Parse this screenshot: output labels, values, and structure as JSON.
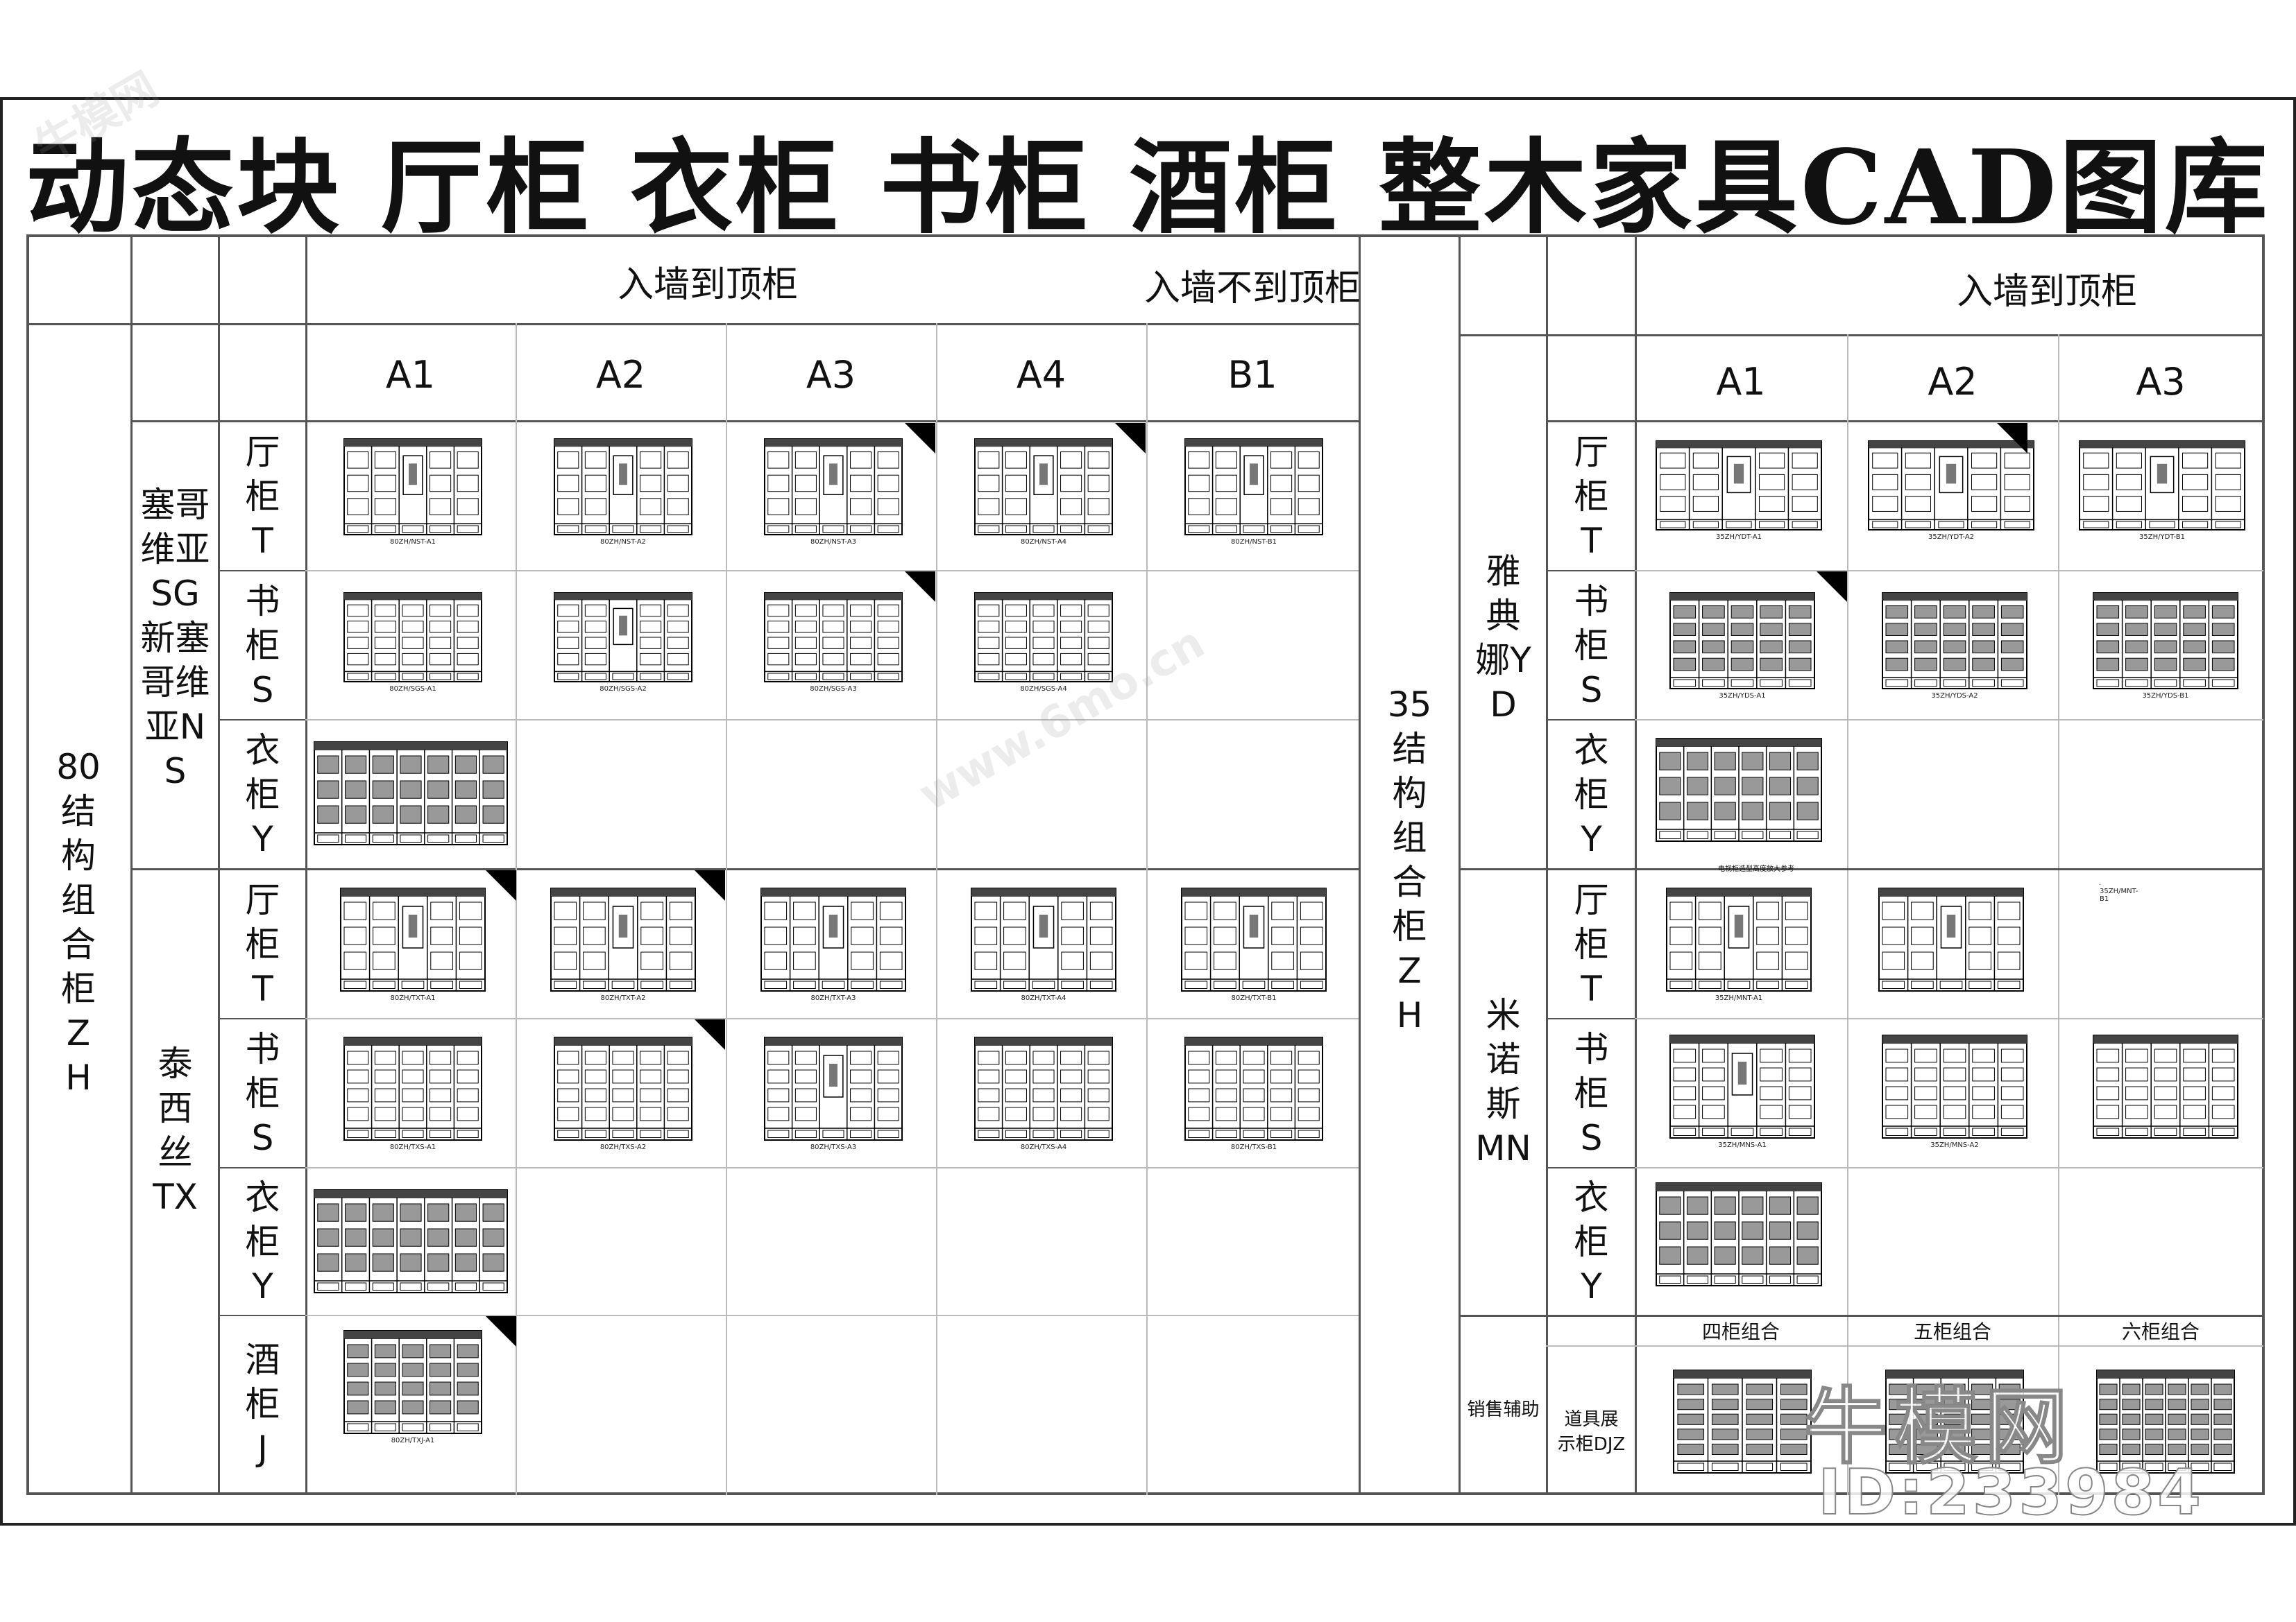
{
  "title": "动态块 厅柜 衣柜 书柜 酒柜 整木家具CAD图库",
  "left_table": {
    "header_top_a": "入墙到顶柜",
    "header_top_b": "入墙不到顶柜",
    "columns": [
      "A1",
      "A2",
      "A3",
      "A4",
      "B1"
    ],
    "group": "80结构组合柜ZH",
    "series": [
      {
        "name": "塞哥维亚SG新塞哥维亚NS"
      },
      {
        "name": "泰西丝TX"
      }
    ],
    "rows": [
      {
        "label": "厅柜T",
        "captions": [
          "80ZH/NST-A1",
          "80ZH/NST-A2",
          "80ZH/NST-A3",
          "80ZH/NST-A4",
          "80ZH/NST-B1"
        ]
      },
      {
        "label": "书柜S",
        "captions": [
          "80ZH/SGS-A1",
          "80ZH/SGS-A2",
          "80ZH/SGS-A3",
          "80ZH/SGS-A4"
        ]
      },
      {
        "label": "衣柜Y",
        "captions": [
          ""
        ]
      },
      {
        "label": "厅柜T",
        "captions": [
          "80ZH/TXT-A1",
          "80ZH/TXT-A2",
          "80ZH/TXT-A3",
          "80ZH/TXT-A4",
          "80ZH/TXT-B1"
        ]
      },
      {
        "label": "书柜S",
        "captions": [
          "80ZH/TXS-A1",
          "80ZH/TXS-A2",
          "80ZH/TXS-A3",
          "80ZH/TXS-A4",
          "80ZH/TXS-B1"
        ]
      },
      {
        "label": "衣柜Y",
        "captions": [
          ""
        ]
      },
      {
        "label": "酒柜J",
        "captions": [
          "80ZH/TXJ-A1"
        ]
      }
    ]
  },
  "right_table": {
    "group": "35结构组合柜ZH",
    "header_top": "入墙到顶柜",
    "columns": [
      "A1",
      "A2",
      "A3"
    ],
    "series": [
      {
        "name": "雅典娜YD"
      },
      {
        "name": "米诺斯MN"
      }
    ],
    "rows": [
      {
        "label": "厅柜T",
        "captions": [
          "35ZH/YDT-A1",
          "35ZH/YDT-A2",
          "35ZH/YDT-B1"
        ]
      },
      {
        "label": "书柜S",
        "captions": [
          "35ZH/YDS-A1",
          "35ZH/YDS-A2",
          "35ZH/YDS-B1"
        ]
      },
      {
        "label": "衣柜Y",
        "captions": [
          ""
        ]
      },
      {
        "label": "厅柜T",
        "captions": [
          "35ZH/MNT-A1",
          "",
          "35ZH/MNT-B1"
        ]
      },
      {
        "label": "书柜S",
        "captions": [
          "35ZH/MNS-A1",
          "35ZH/MNS-A2",
          ""
        ]
      },
      {
        "label": "衣柜Y",
        "captions": [
          ""
        ]
      }
    ],
    "mnt_note": "电视柜造型高度放大参考",
    "sales": {
      "label": "销售辅助",
      "sub_label": "道具展示柜DJZ",
      "columns": [
        "四柜组合",
        "五柜组合",
        "六柜组合"
      ]
    }
  },
  "watermark": {
    "brand": "牛模网",
    "url": "www.6mo.cn",
    "id": "ID:233984"
  }
}
